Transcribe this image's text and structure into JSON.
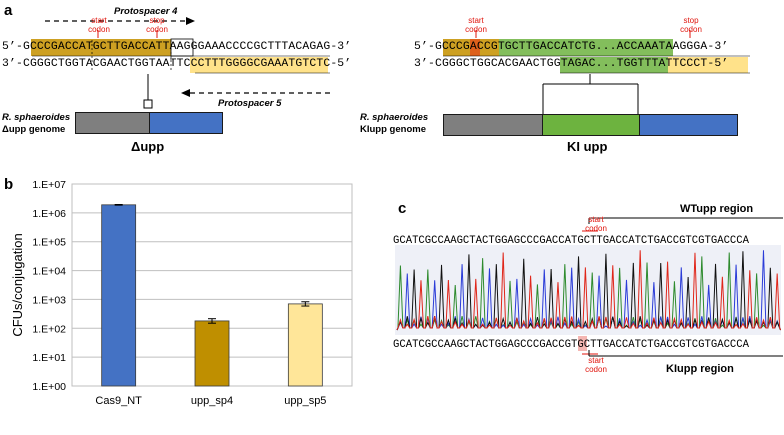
{
  "panels": {
    "a": "a",
    "b": "b",
    "c": "c"
  },
  "panel_a": {
    "left": {
      "protospacer4": "Protospacer 4",
      "protospacer5": "Protospacer 5",
      "start_codon": [
        "start",
        "codon"
      ],
      "stop_codon": [
        "stop",
        "codon"
      ],
      "top_strand": "5’-GCCCGACCATGCTTGACCATTAAGGGAAACCCCGCTTTACAGAG-3’",
      "bottom_strand": "3’-CGGGCTGGTACGAACTGGTAATTCCCTTTGGGGCGAAATGTCTC-5’",
      "genome_label": [
        "R. sphaeroides",
        "Δupp genome"
      ],
      "construct_label": "Δupp"
    },
    "right": {
      "start_codon": [
        "start",
        "codon"
      ],
      "stop_codon": [
        "stop",
        "codon"
      ],
      "top_strand": "5’-GCCCGACCGTGCTTGACCATCTG...ACCAAATAAGGGA-3’",
      "bottom_strand": "3’-CGGGCTGGCACGAACTGGTAGAC...TGGTTTATTCCCT-5’",
      "genome_label": [
        "R. sphaeroides",
        "KIupp genome"
      ],
      "construct_label": "KI upp"
    },
    "colors": {
      "dark_gold": "#c8960a",
      "light_gold": "#ffe28a",
      "green": "#6db33f",
      "grey": "#7f7f7f",
      "blue": "#4472c4",
      "red": "#e0140c"
    }
  },
  "chart_data": {
    "type": "bar",
    "categories": [
      "Cas9_NT",
      "upp_sp4",
      "upp_sp5"
    ],
    "values": [
      1900000,
      180,
      700
    ],
    "errors": [
      [
        1850000,
        1950000
      ],
      [
        150,
        215
      ],
      [
        590,
        830
      ]
    ],
    "colors": [
      "#4472c4",
      "#bf8f00",
      "#ffe699"
    ],
    "ylabel": "CFUs/conjugation",
    "yscale": "log",
    "ylim": [
      1,
      10000000
    ],
    "yticks": [
      "1.E+00",
      "1.E+01",
      "1.E+02",
      "1.E+03",
      "1.E+04",
      "1.E+05",
      "1.E+06",
      "1.E+07"
    ],
    "grid": true
  },
  "panel_c": {
    "wt_region": "WTupp region",
    "ki_region": "KIupp region",
    "start_codon": [
      "start",
      "codon"
    ],
    "seq_top": "GCATCGCCAAGCTACTGGAGCCCGACCATGCTTGACCATCTGACCGTCGTGACCCA",
    "seq_bottom": "GCATCGCCAAGCTACTGGAGCCCGACCGTGCTTGACCATCTGACCGTCGTGACCCA"
  }
}
